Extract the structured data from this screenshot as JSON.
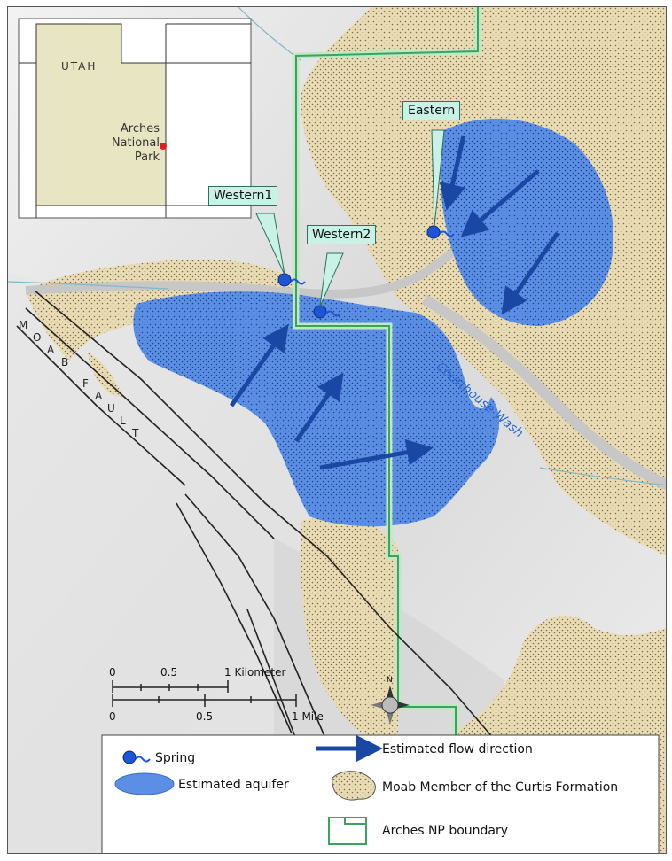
{
  "inset": {
    "state_label": "UTAH",
    "park_label_lines": [
      "Arches",
      "National",
      "Park"
    ]
  },
  "springs": [
    {
      "name": "Western1"
    },
    {
      "name": "Western2"
    },
    {
      "name": "Eastern"
    }
  ],
  "labels": {
    "wash": "Courthouse Wash",
    "fault_letters": [
      "M",
      "O",
      "A",
      "B",
      "F",
      "A",
      "U",
      "L",
      "T"
    ]
  },
  "scale": {
    "km_ticks": [
      "0",
      "0.5",
      "1 Kilometer"
    ],
    "mile_ticks": [
      "0",
      "0.5",
      "1 Mile"
    ],
    "north": "N"
  },
  "legend": {
    "spring": "Spring",
    "aquifer": "Estimated aquifer",
    "flow": "Estimated flow direction",
    "moab": "Moab Member of the Curtis Formation",
    "boundary": "Arches NP boundary"
  },
  "colors": {
    "aquifer": "#5b8fe6",
    "spring": "#1d55d4",
    "arrow": "#1a47a3",
    "boundary": "#3aa35f",
    "moab": "#e9dcb5",
    "callout": "#c8f2e6",
    "park_dot": "#e02020"
  }
}
